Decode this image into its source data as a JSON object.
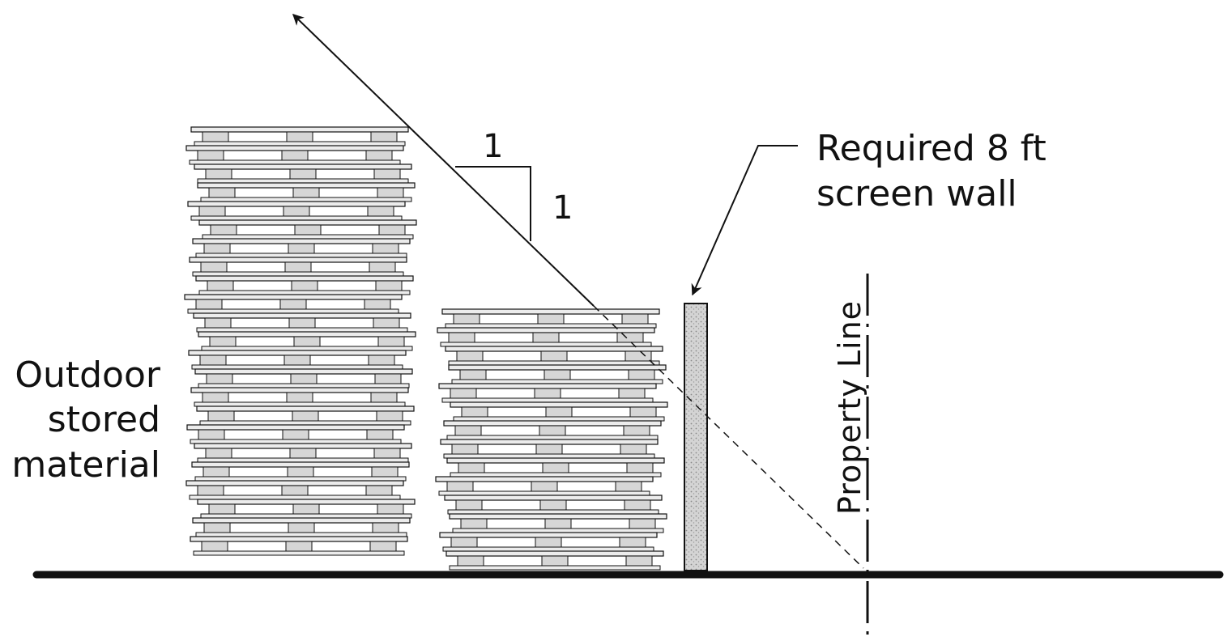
{
  "labels": {
    "outdoor_material": [
      "Outdoor",
      "stored",
      "material"
    ],
    "wall_callout": [
      "Required 8 ft",
      "screen wall"
    ],
    "property_line": "Property Line",
    "slope_horizontal": "1",
    "slope_vertical": "1"
  },
  "colors": {
    "ink": "#111111",
    "board_fill": "#ececec",
    "block_fill": "#d6d6d6",
    "wall_fill": "#cfcfcf"
  }
}
